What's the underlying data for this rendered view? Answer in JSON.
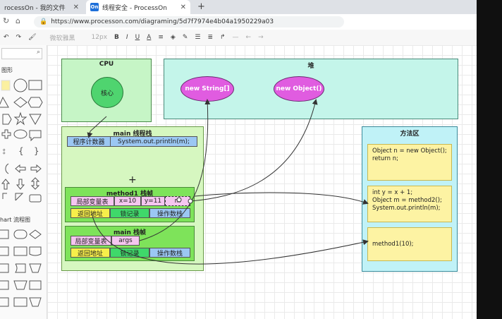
{
  "browser": {
    "tabs": [
      {
        "label": "rocessOn - 我的文件"
      },
      {
        "label": "线程安全 - ProcessOn",
        "favicon": "On"
      }
    ],
    "new_tab": "+",
    "url": "https://www.processon.com/diagraming/5d7f7974e4b04a1950229a03"
  },
  "toolbar": {
    "font": "微软雅黑",
    "size": "12px",
    "bold": "B",
    "italic": "I",
    "underline": "U",
    "font_color": "A"
  },
  "sidebar": {
    "section_basic": "图形",
    "section_flowchart": "hart 流程图"
  },
  "diagram": {
    "cpu": {
      "title": "CPU",
      "core": "核心"
    },
    "heap": {
      "title": "堆",
      "obj1": "new String[]",
      "obj2": "new Object()"
    },
    "main_stack": {
      "title": "main 线程栈",
      "pc_label": "程序计数器",
      "pc_value": "System.out.println(m);"
    },
    "frame_method1": {
      "title": "method1 栈帧",
      "locals": "局部变量表",
      "x": "x=10",
      "y": "y=11",
      "m": "m",
      "ret": "返回地址",
      "lock": "锁记录",
      "ops": "操作数栈"
    },
    "frame_main": {
      "title": "main 栈帧",
      "locals": "局部变量表",
      "args": "args",
      "ret": "返回地址",
      "lock": "锁记录",
      "ops": "操作数栈"
    },
    "method_area": {
      "title": "方法区",
      "code1": [
        "Object n = new Object();",
        "return n;"
      ],
      "code2": [
        "int y = x + 1;",
        "Object m = method2();",
        "System.out.println(m);"
      ],
      "code3": [
        "method1(10);"
      ]
    }
  },
  "colors": {
    "cpu_bg": "#c6f5c6",
    "heap_bg": "#c4f5ea",
    "stack_bg": "#d6f7c0",
    "method_area_bg": "#c0f2f7",
    "object_fill": "#e05ce0",
    "core_fill": "#4fd46f"
  }
}
